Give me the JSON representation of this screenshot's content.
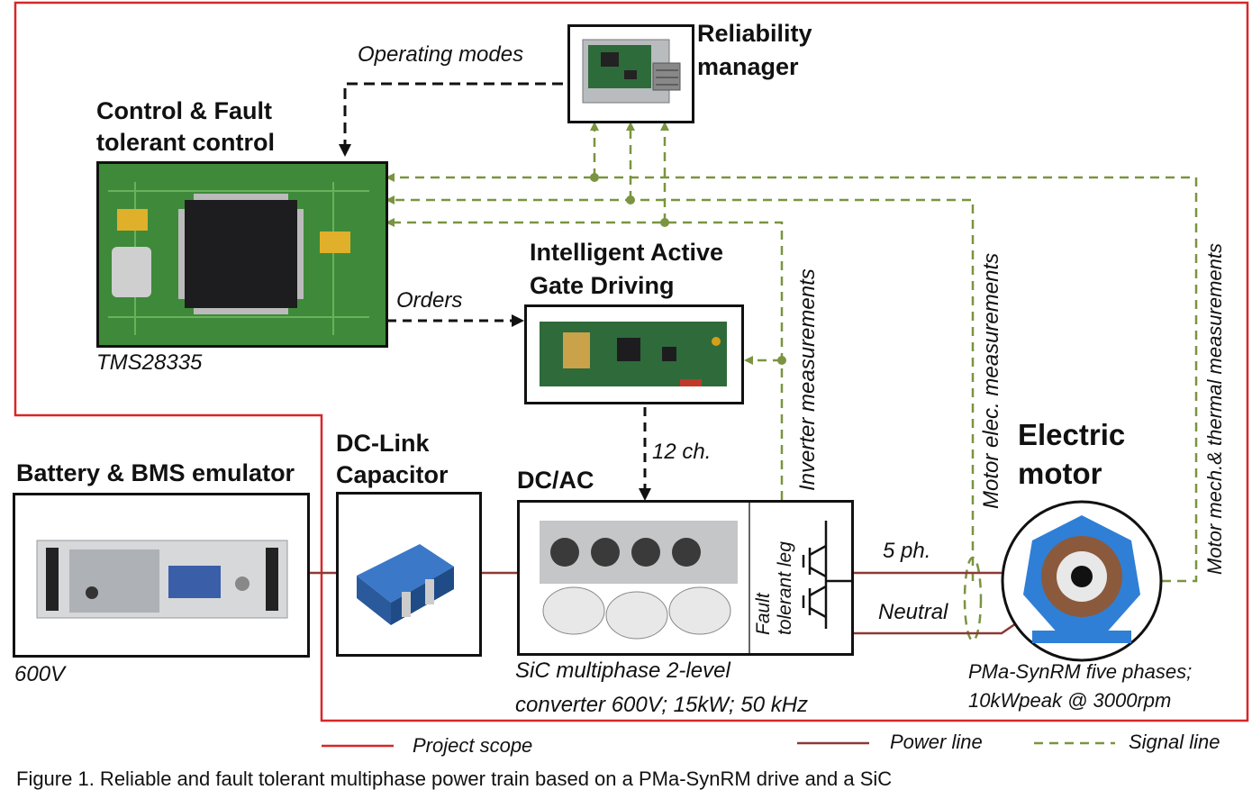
{
  "colors": {
    "project_scope": "#d62728",
    "power_line": "#8b3a35",
    "signal_line": "#7a9440",
    "control_arrow": "#111111"
  },
  "labels": {
    "operating_modes": "Operating modes",
    "reliability_manager": [
      "Reliability",
      "manager"
    ],
    "control_title": [
      "Control & Fault",
      "tolerant control"
    ],
    "tms": "TMS28335",
    "orders": "Orders",
    "iagd_title": [
      "Intelligent Active",
      "Gate Driving"
    ],
    "inverter_meas": "Inverter measurements",
    "motor_elec_meas": "Motor elec. measurements",
    "motor_mech_meas": "Motor mech.& thermal measurements",
    "dclink_title": [
      "DC-Link",
      "Capacitor"
    ],
    "battery_title": "Battery & BMS emulator",
    "battery_voltage": "600V",
    "dcac_title": "DC/AC",
    "channels": "12 ch.",
    "fault_leg": [
      "Fault",
      "tolerant leg"
    ],
    "phases": "5 ph.",
    "neutral": "Neutral",
    "motor_title": [
      "Electric",
      "motor"
    ],
    "converter_caption": [
      "SiC multiphase 2-level",
      "converter 600V; 15kW; 50 kHz"
    ],
    "motor_caption": [
      "PMa-SynRM five phases;",
      "10kWpeak @ 3000rpm"
    ]
  },
  "legend": {
    "project_scope": "Project scope",
    "power_line": "Power line",
    "signal_line": "Signal line"
  },
  "footer_cut": "Figure 1. Reliable and fault tolerant multiphase power train based on a PMa-SynRM drive and a SiC"
}
